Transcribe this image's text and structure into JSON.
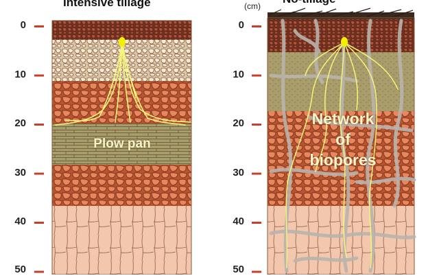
{
  "left_panel": {
    "title": "Intensive tillage",
    "label": "Plow pan"
  },
  "right_panel": {
    "title": "No-tillage",
    "unit": "(cm)",
    "label_lines": [
      "Network",
      "of",
      "biopores"
    ]
  },
  "depth_ticks": [
    "0",
    "10",
    "20",
    "30",
    "40",
    "50"
  ],
  "colors": {
    "surface_dark": "#7a3a26",
    "surface_light": "#d9c7a8",
    "clay_orange": "#e58a5c",
    "plow_pan": "#a89c6a",
    "subsoil_pink": "#f2c7ad",
    "root_yellow": "#f5f57a",
    "biopore_gray": "#b9b4ad",
    "tick_red": "#c93e2a"
  }
}
